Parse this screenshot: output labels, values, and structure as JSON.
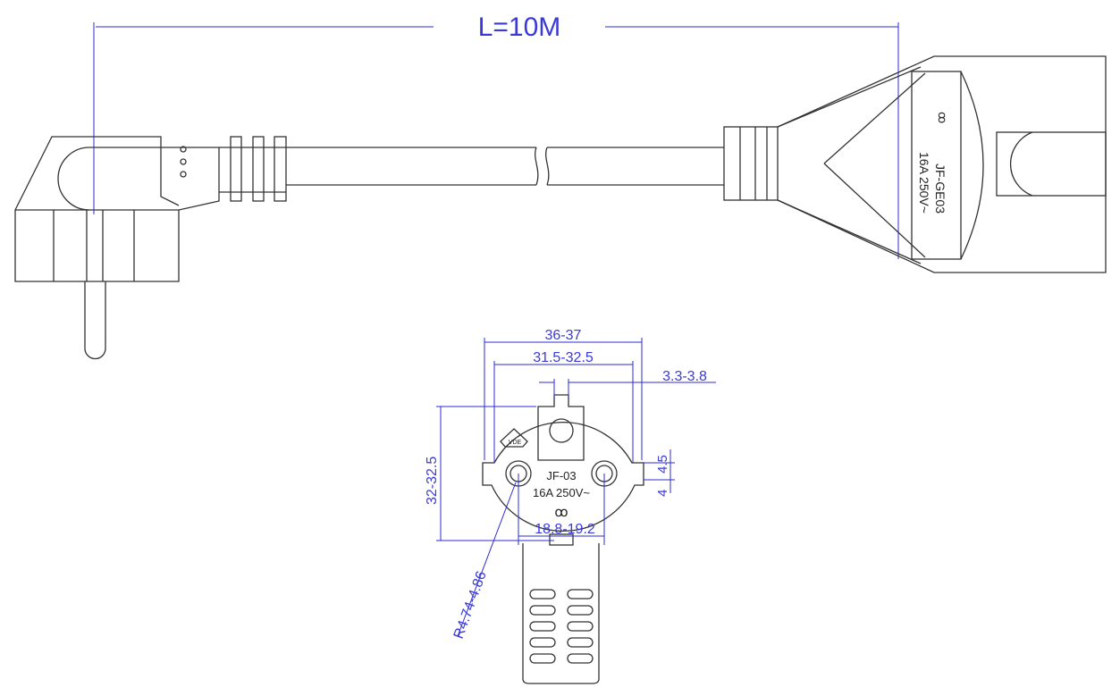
{
  "length_label": "L=10M",
  "socket_label": {
    "model": "JF-GE03",
    "rating": "16A 250V~"
  },
  "plug_face": {
    "model": "JF-03",
    "rating": "16A 250V~",
    "cert_mark": "VDE"
  },
  "dimensions": {
    "overall_width": "36-37",
    "body_width": "31.5-32.5",
    "earth_clip_width": "3.3-3.8",
    "height": "32-32.5",
    "notch_top": "4.5",
    "notch_bottom": "4",
    "pin_spacing": "18.8-19.2",
    "pin_radius": "R4.74-4.86"
  },
  "colors": {
    "dimension": "#2b2bd6",
    "outline": "#333333"
  }
}
